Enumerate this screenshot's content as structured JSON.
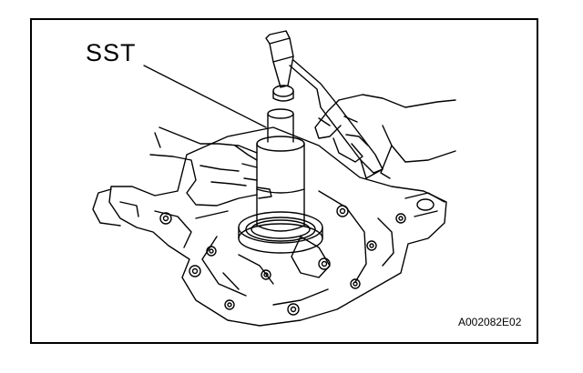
{
  "callout": {
    "label": "SST"
  },
  "figure": {
    "id": "A002082E02"
  },
  "icons": {
    "illustration": "oil-seal-installation-illustration"
  },
  "colors": {
    "line": "#000000",
    "background": "#ffffff"
  }
}
